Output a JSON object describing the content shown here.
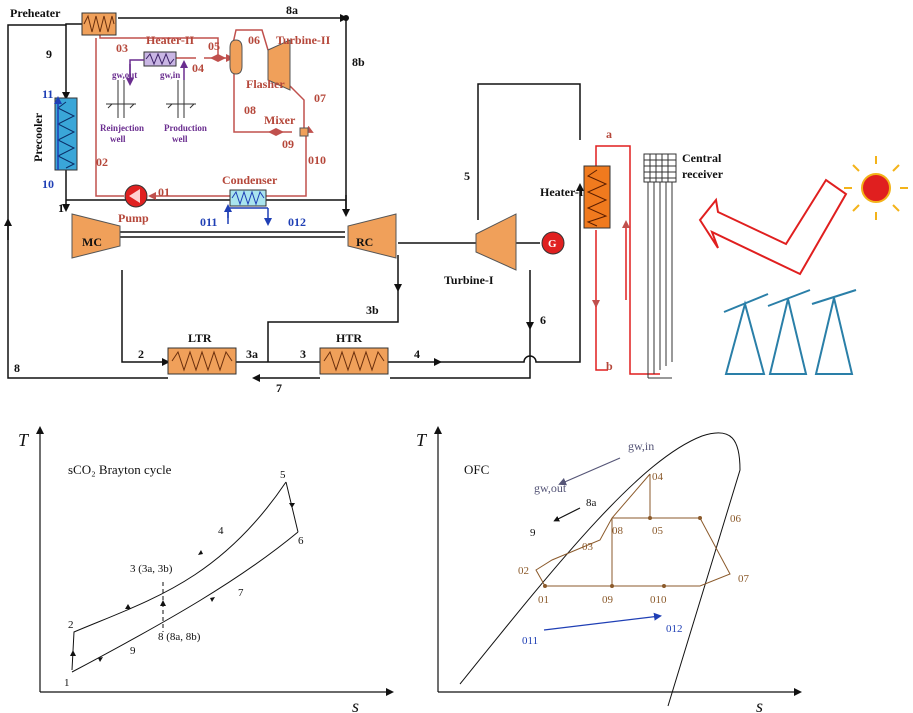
{
  "schematic": {
    "components": {
      "preheater": "Preheater",
      "heater_ii": "Heater-II",
      "turbine_ii": "Turbine-II",
      "flasher": "Flasher",
      "mixer": "Mixer",
      "condenser": "Condenser",
      "pump": "Pump",
      "precooler": "Precooler",
      "mc": "MC",
      "rc": "RC",
      "turbine_i": "Turbine-I",
      "generator": "G",
      "heater_i": "Heater-I",
      "central_receiver": [
        "Central",
        "receiver"
      ],
      "ltr": "LTR",
      "htr": "HTR",
      "reinjection_well": [
        "Reinjection",
        "well"
      ],
      "production_well": [
        "Production",
        "well"
      ]
    },
    "states": {
      "s8a": "8a",
      "s9": "9",
      "s8b": "8b",
      "s11": "11",
      "s10": "10",
      "s1": "1",
      "s5": "5",
      "s8": "8",
      "s2": "2",
      "s3a": "3a",
      "s3": "3",
      "s4": "4",
      "s7": "7",
      "s3b": "3b",
      "s6": "6",
      "sa": "a",
      "sb": "b",
      "o01": "01",
      "o02": "02",
      "o03": "03",
      "o04": "04",
      "o05": "05",
      "o06": "06",
      "o07": "07",
      "o08": "08",
      "o09": "09",
      "o010": "010",
      "o011": "011",
      "o012": "012",
      "gw_out": "gw,out",
      "gw_in": "gw,in"
    }
  },
  "ts_left": {
    "axis_t": "T",
    "axis_s": "s",
    "title": "sCO₂ Brayton cycle",
    "points": {
      "p1": "1",
      "p2": "2",
      "p3": "3 (3a, 3b)",
      "p4": "4",
      "p5": "5",
      "p6": "6",
      "p7": "7",
      "p8": "8 (8a, 8b)",
      "p9": "9"
    }
  },
  "ts_right": {
    "axis_t": "T",
    "axis_s": "s",
    "title": "OFC",
    "points": {
      "gw_in": "gw,in",
      "gw_out": "gw,out",
      "p8a": "8a",
      "p9": "9",
      "p04": "04",
      "p08": "08",
      "p05": "05",
      "p06": "06",
      "p03": "03",
      "p02": "02",
      "p07": "07",
      "p01": "01",
      "p09": "09",
      "p010": "010",
      "p011": "011",
      "p012": "012"
    }
  },
  "colors": {
    "brayton": "#111111",
    "orc": "#c0504d",
    "ofc_lines": "#8b5a2b",
    "coolant": "#1f3fb5",
    "well": "#6a2d8f",
    "component": "#f0a05a",
    "solar": "#e01f1f",
    "mirror": "#2a7fa8"
  }
}
